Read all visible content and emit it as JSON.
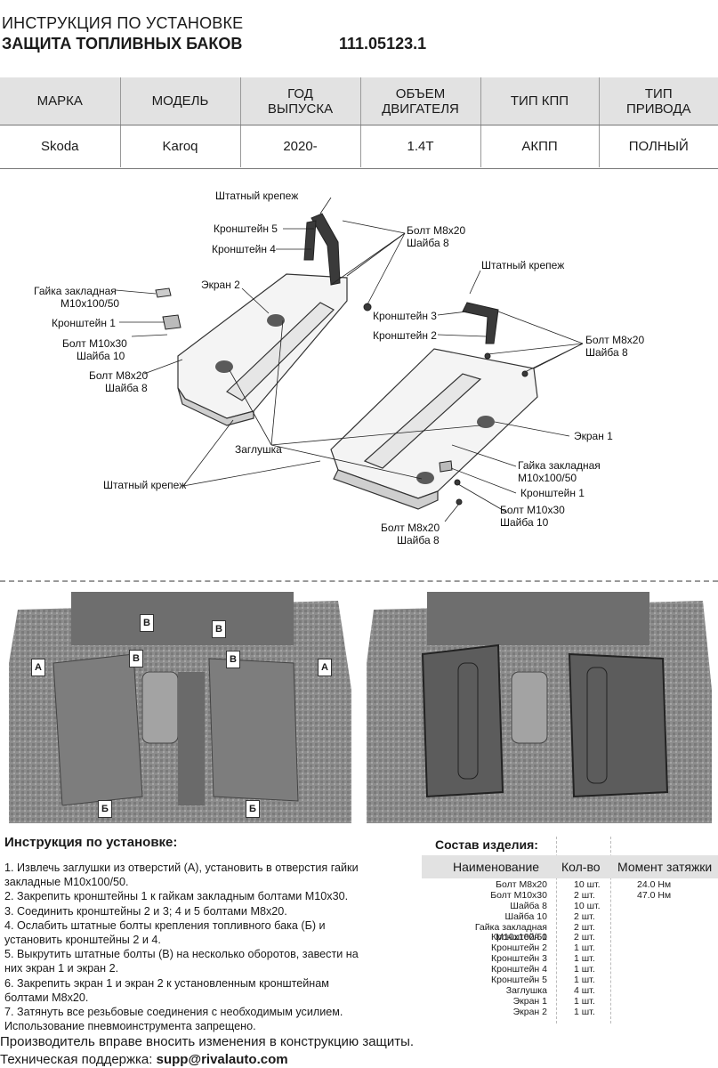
{
  "header": {
    "title_line1": "ИНСТРУКЦИЯ ПО УСТАНОВКЕ",
    "title_line2": "ЗАЩИТА ТОПЛИВНЫХ БАКОВ",
    "article": "111.05123.1"
  },
  "spec_table": {
    "columns": [
      "МАРКА",
      "МОДЕЛЬ",
      "ГОД\nВЫПУСКА",
      "ОБЪЕМ\nДВИГАТЕЛЯ",
      "ТИП КПП",
      "ТИП\nПРИВОДА"
    ],
    "values": [
      "Skoda",
      "Karoq",
      "2020-",
      "1.4T",
      "АКПП",
      "ПОЛНЫЙ"
    ]
  },
  "diagram_labels": {
    "std_mount_top": "Штатный крепеж",
    "bracket5": "Кронштейн 5",
    "bracket4": "Кронштейн 4",
    "bolt_m8_top_1": "Болт М8х20",
    "washer_8_top_1": "Шайба 8",
    "nut_left_1": "Гайка закладная",
    "nut_left_2": "М10х100/50",
    "screen2": "Экран 2",
    "bracket1_left": "Кронштейн 1",
    "bolt_m10_left": "Болт М10х30",
    "washer10_left": "Шайба 10",
    "bolt_m8_left": "Болт М8х20",
    "washer8_left": "Шайба 8",
    "std_mount_right": "Штатный крепеж",
    "bracket3": "Кронштейн 3",
    "bracket2": "Кронштейн 2",
    "bolt_m8_right": "Болт М8х20",
    "washer8_right": "Шайба 8",
    "screen1": "Экран 1",
    "plug": "Заглушка",
    "std_mount_bottom": "Штатный крепеж",
    "nut_right_1": "Гайка закладная",
    "nut_right_2": "М10х100/50",
    "bracket1_right": "Кронштейн 1",
    "bolt_m10_right": "Болт М10х30",
    "washer10_right": "Шайба 10",
    "bolt_m8_bottom": "Болт М8х20",
    "washer8_bottom": "Шайба 8"
  },
  "photo_markers": {
    "a": "А",
    "b": "В",
    "bb": "Б"
  },
  "instructions": {
    "title": "Инструкция по установке:",
    "steps": [
      " 1. Извлечь заглушки из отверстий (А), установить в отверстия гайки",
      "закладные М10х100/50.",
      " 2. Закрепить кронштейны 1 к гайкам закладным болтами М10х30.",
      " 3. Соединить кронштейны 2 и 3; 4 и 5 болтами М8х20.",
      " 4. Ослабить штатные болты крепления топливного бака (Б) и",
      "установить кронштейны 2 и 4.",
      " 5. Выкрутить штатные болты (В) на несколько оборотов, завести на",
      "них экран 1 и экран 2.",
      " 6. Закрепить экран 1 и экран 2 к установленным кронштейнам",
      "болтами М8х20.",
      " 7. Затянуть все резьбовые соединения с необходимым усилием.",
      "Использование пневмоинструмента запрещено."
    ]
  },
  "components": {
    "title": "Состав изделия:",
    "col_name": "Наименование",
    "col_qty": "Кол-во",
    "col_torque": "Момент затяжки",
    "rows": [
      {
        "name": "Болт М8х20",
        "qty": "10 шт.",
        "torque": "24.0 Нм"
      },
      {
        "name": "Болт М10х30",
        "qty": "2 шт.",
        "torque": "47.0 Нм"
      },
      {
        "name": "Шайба 8",
        "qty": "10 шт.",
        "torque": ""
      },
      {
        "name": "Шайба 10",
        "qty": "2 шт.",
        "torque": ""
      },
      {
        "name": "Гайка закладная М10х100/50",
        "qty": "2 шт.",
        "torque": ""
      },
      {
        "name": "Кронштейн 1",
        "qty": "2 шт.",
        "torque": ""
      },
      {
        "name": "Кронштейн 2",
        "qty": "1 шт.",
        "torque": ""
      },
      {
        "name": "Кронштейн 3",
        "qty": "1 шт.",
        "torque": ""
      },
      {
        "name": "Кронштейн 4",
        "qty": "1 шт.",
        "torque": ""
      },
      {
        "name": "Кронштейн 5",
        "qty": "1 шт.",
        "torque": ""
      },
      {
        "name": "Заглушка",
        "qty": "4 шт.",
        "torque": ""
      },
      {
        "name": "Экран 1",
        "qty": "1 шт.",
        "torque": ""
      },
      {
        "name": "Экран 2",
        "qty": "1 шт.",
        "torque": ""
      }
    ]
  },
  "footer": {
    "note": "Производитель вправе вносить изменения в конструкцию защиты.",
    "support_label": "Техническая поддержка: ",
    "support_email": "supp@rivalauto.com"
  }
}
